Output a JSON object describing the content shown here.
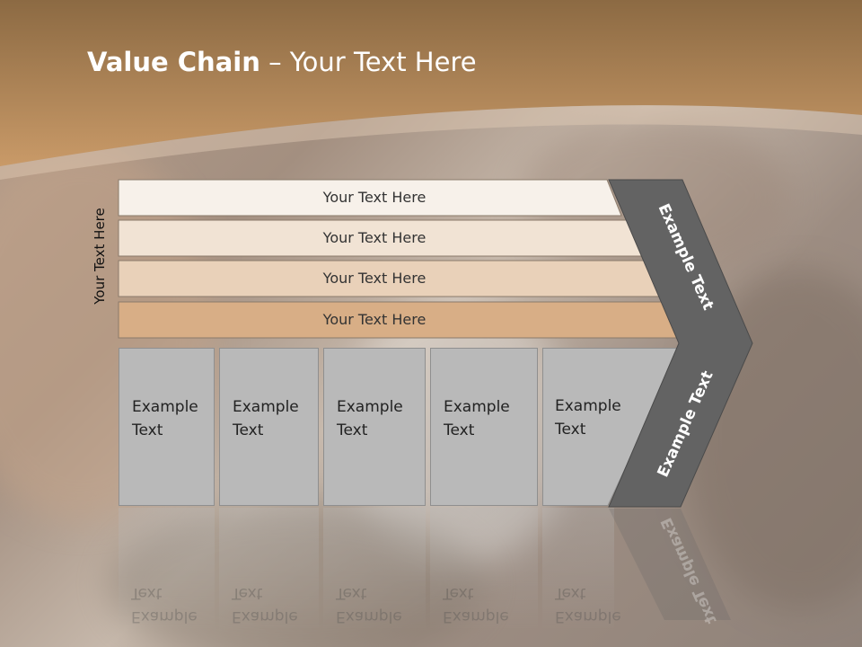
{
  "title": {
    "bold": "Value Chain",
    "rest": " – Your Text Here"
  },
  "side_label": "Your Text Here",
  "rows": [
    {
      "label": "Your Text Here",
      "color": "#f7f1ea"
    },
    {
      "label": "Your Text Here",
      "color": "#f1e3d4"
    },
    {
      "label": "Your Text Here",
      "color": "#e9d1b9"
    },
    {
      "label": "Your Text Here",
      "color": "#d8ae86"
    }
  ],
  "boxes": [
    {
      "line1": "Example",
      "line2": "Text"
    },
    {
      "line1": "Example",
      "line2": "Text"
    },
    {
      "line1": "Example",
      "line2": "Text"
    },
    {
      "line1": "Example",
      "line2": "Text"
    },
    {
      "line1": "Example",
      "line2": "Text"
    }
  ],
  "chevron": {
    "upper_label": "Example Text",
    "lower_label": "Example Text",
    "color": "#666666"
  },
  "colors": {
    "header": "#b88a5a",
    "header_dark": "#8c6a43"
  }
}
